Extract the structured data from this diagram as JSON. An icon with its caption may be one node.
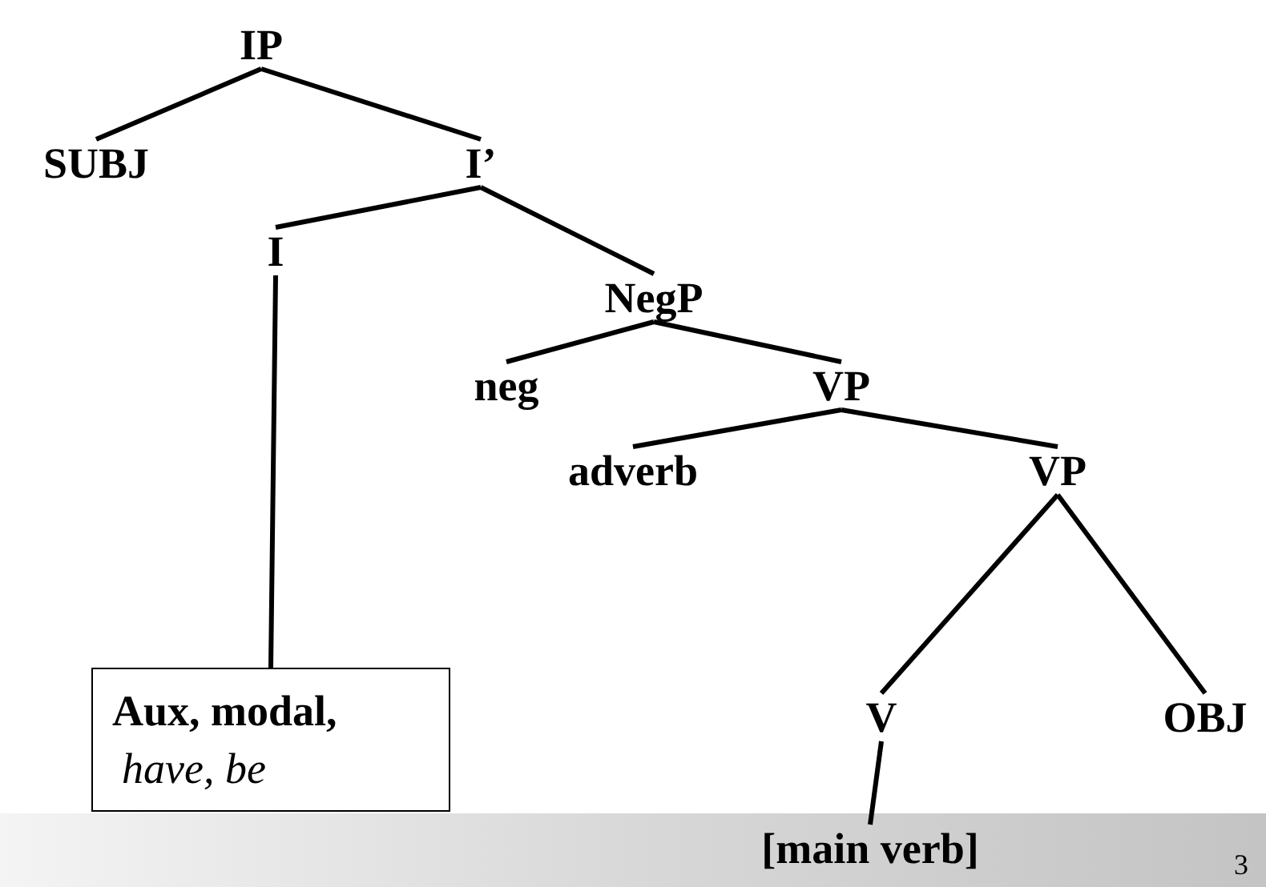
{
  "diagram": {
    "nodes": [
      {
        "text": [
          "IP"
        ]
      },
      {
        "text": [
          "SUBJ"
        ]
      },
      {
        "text": [
          "I’"
        ]
      },
      {
        "text": [
          "I"
        ]
      },
      {
        "text": [
          "NegP"
        ]
      },
      {
        "text": [
          "neg"
        ]
      },
      {
        "text": [
          "VP"
        ]
      },
      {
        "text": [
          "adverb"
        ]
      },
      {
        "text": [
          "VP"
        ]
      },
      {
        "text": [
          "Aux, modal,",
          "have, be"
        ]
      },
      {
        "text": [
          "V"
        ]
      },
      {
        "text": [
          "OBJ"
        ]
      },
      {
        "text": [
          "[main verb]"
        ]
      }
    ],
    "edges": [
      {
        "from": 0,
        "to": 1,
        "arrow": "none"
      },
      {
        "from": 0,
        "to": 2,
        "arrow": "none"
      },
      {
        "from": 2,
        "to": 3,
        "arrow": "none"
      },
      {
        "from": 2,
        "to": 4,
        "arrow": "none"
      },
      {
        "from": 4,
        "to": 5,
        "arrow": "none"
      },
      {
        "from": 4,
        "to": 6,
        "arrow": "none"
      },
      {
        "from": 6,
        "to": 7,
        "arrow": "none"
      },
      {
        "from": 6,
        "to": 8,
        "arrow": "none"
      },
      {
        "from": 3,
        "to": 9,
        "arrow": "none"
      },
      {
        "from": 8,
        "to": 10,
        "arrow": "none"
      },
      {
        "from": 8,
        "to": 11,
        "arrow": "none"
      },
      {
        "from": 10,
        "to": 12,
        "arrow": "none"
      }
    ],
    "labels": [
      "3"
    ]
  }
}
